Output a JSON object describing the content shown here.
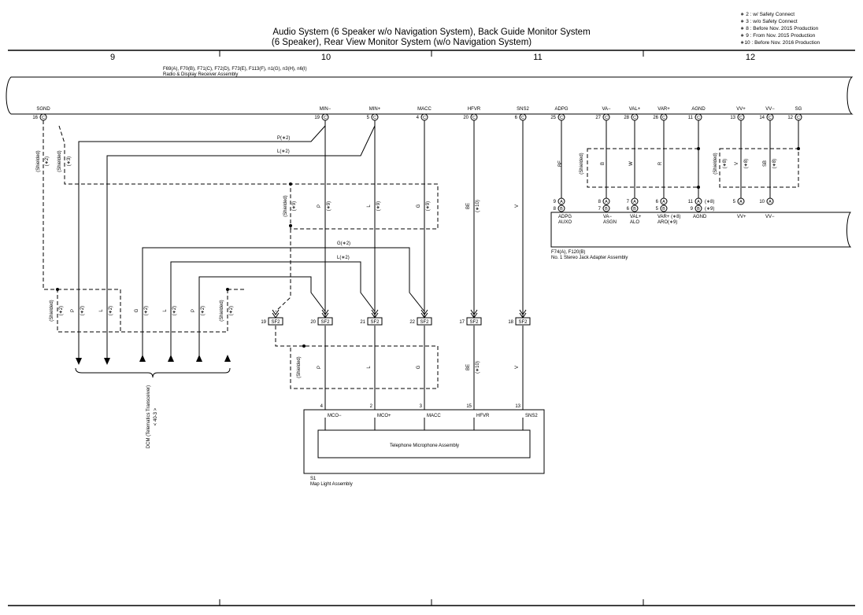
{
  "title": {
    "line1": "Audio System (6 Speaker w/o Navigation System),  Back Guide Monitor System",
    "line2": "(6 Speaker),  Rear View Monitor System (w/o Navigation System)"
  },
  "notes": [
    "∗ 2 : w/ Safety Connect",
    "∗ 3 : w/o Safety Connect",
    "∗ 8 : Before Nov.  2015 Production",
    "∗ 9 : From Nov.  2015 Production",
    "∗10 : Before Nov.  2016 Production"
  ],
  "columns": [
    "9",
    "10",
    "11",
    "12"
  ],
  "receiver": {
    "connectors": "F69(A), F70(B), F71(C), F72(D), F73(E), F113(F), n1(G), n3(H), n6(I)",
    "name": "Radio & Display Receiver Assembly",
    "pins": [
      {
        "label": "SGND",
        "num": "16",
        "conn": "C"
      },
      {
        "label": "MIN−",
        "num": "19",
        "conn": "C"
      },
      {
        "label": "MIN+",
        "num": "5",
        "conn": "C"
      },
      {
        "label": "MACC",
        "num": "4",
        "conn": "C"
      },
      {
        "label": "HFVR",
        "num": "20",
        "conn": "C"
      },
      {
        "label": "SNS2",
        "num": "6",
        "conn": "C"
      },
      {
        "label": "ADPG",
        "num": "25",
        "conn": "C"
      },
      {
        "label": "VA−",
        "num": "27",
        "conn": "C"
      },
      {
        "label": "VAL+",
        "num": "28",
        "conn": "C"
      },
      {
        "label": "VAR+",
        "num": "26",
        "conn": "C"
      },
      {
        "label": "AGND",
        "num": "11",
        "conn": "C"
      },
      {
        "label": "VV+",
        "num": "13",
        "conn": "C"
      },
      {
        "label": "VV−",
        "num": "14",
        "conn": "C"
      },
      {
        "label": "SG",
        "num": "12",
        "conn": "C"
      }
    ]
  },
  "wire_labels": {
    "p2": "P(∗2)",
    "l2": "L(∗2)",
    "g2": "G(∗2)",
    "l2b": "L(∗2)",
    "be": "BE",
    "b": "B",
    "w": "W",
    "r": "R",
    "v": "V",
    "sb": "SB",
    "shielded": "(Shielded)",
    "s2": "(∗2)",
    "s3": "(∗3)",
    "s8": "(∗8)",
    "s9": "(∗9)",
    "s10": "(∗10)",
    "p": "P",
    "l": "L",
    "g": "G"
  },
  "jack": {
    "connectors": "F74(A), F120(B)",
    "name": "No. 1 Stereo Jack Adapter Assembly",
    "row_a": [
      {
        "num": "9",
        "conn": "A"
      },
      {
        "num": "8",
        "conn": "A"
      },
      {
        "num": "7",
        "conn": "A"
      },
      {
        "num": "6",
        "conn": "A"
      },
      {
        "num": "11",
        "conn": "A"
      },
      {
        "num": "5",
        "conn": "A"
      },
      {
        "num": "10",
        "conn": "A"
      }
    ],
    "row_b": [
      {
        "num": "8",
        "conn": "B"
      },
      {
        "num": "7",
        "conn": "B"
      },
      {
        "num": "6",
        "conn": "B"
      },
      {
        "num": "5",
        "conn": "B"
      },
      {
        "num": "9",
        "conn": "B"
      }
    ],
    "a_suffix": "(∗8)",
    "b_suffix": "(∗9)",
    "labels_top": [
      "ADPG",
      "VA−",
      "VAL+",
      "VAR+ (∗8)",
      "AGND",
      "VV+",
      "VV−"
    ],
    "labels_bot": [
      "AUXO",
      "ASGN",
      "ALO",
      "ARO(∗9)"
    ]
  },
  "sf2": {
    "label": "SF2",
    "pins": [
      "19",
      "20",
      "21",
      "22",
      "17",
      "18"
    ]
  },
  "dcm": {
    "name": "DCM (Telematics Transceiver)",
    "ref": "< 40-3 >"
  },
  "map_light": {
    "pins": [
      {
        "num": "4",
        "label": "MCO−"
      },
      {
        "num": "2",
        "label": "MCO+"
      },
      {
        "num": "3",
        "label": "MACC"
      },
      {
        "num": "15",
        "label": "HFVR"
      },
      {
        "num": "13",
        "label": "SNS2"
      }
    ],
    "inner": "Telephone Microphone Assembly",
    "id": "S1",
    "name": "Map Light Assembly"
  }
}
